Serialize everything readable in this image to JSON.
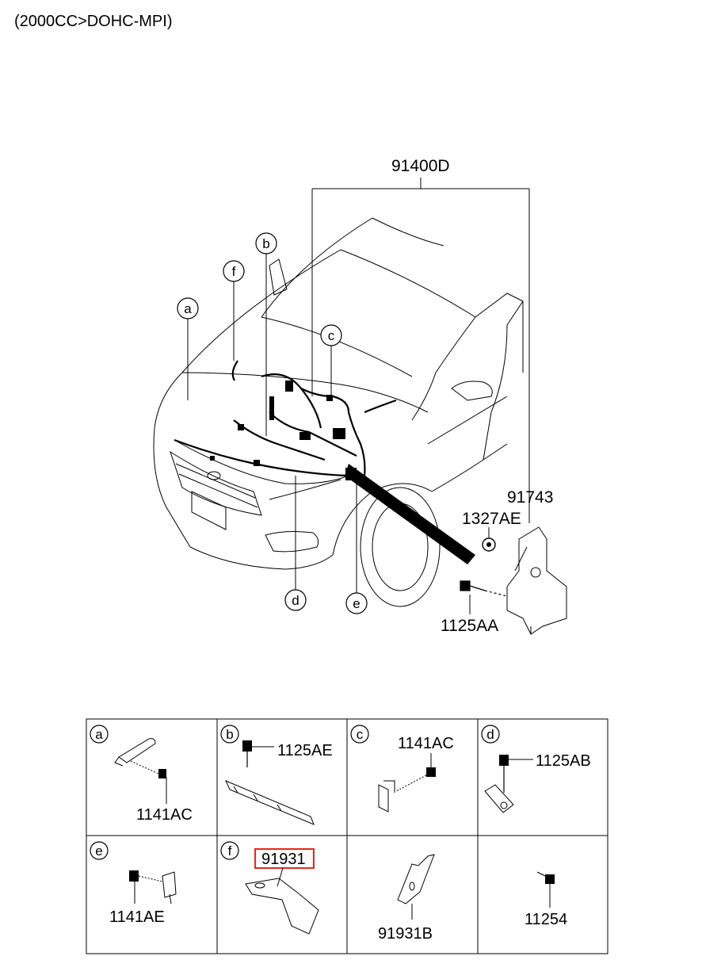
{
  "diagram": {
    "header": "(2000CC>DOHC-MPI)",
    "main_assembly": {
      "harness_part": "91400D",
      "bracket_part": "91743",
      "nut_part": "1327AE",
      "bolt_part": "1125AA",
      "callouts": [
        "a",
        "b",
        "c",
        "d",
        "e",
        "f"
      ]
    },
    "detail_grid": {
      "cells": [
        {
          "id": "a",
          "letter": "a",
          "parts": [
            "1141AC"
          ]
        },
        {
          "id": "b",
          "letter": "b",
          "parts": [
            "1125AE"
          ]
        },
        {
          "id": "c",
          "letter": "c",
          "parts": [
            "1141AC"
          ]
        },
        {
          "id": "d",
          "letter": "d",
          "parts": [
            "1125AB"
          ]
        },
        {
          "id": "e",
          "letter": "e",
          "parts": [
            "1141AE"
          ]
        },
        {
          "id": "f",
          "letter": "f",
          "parts": [
            "91931"
          ],
          "highlight_color": "#e01010"
        },
        {
          "id": "g",
          "letter": "",
          "parts": [
            "91931B"
          ]
        },
        {
          "id": "h",
          "letter": "",
          "parts": [
            "11254"
          ]
        }
      ]
    }
  }
}
